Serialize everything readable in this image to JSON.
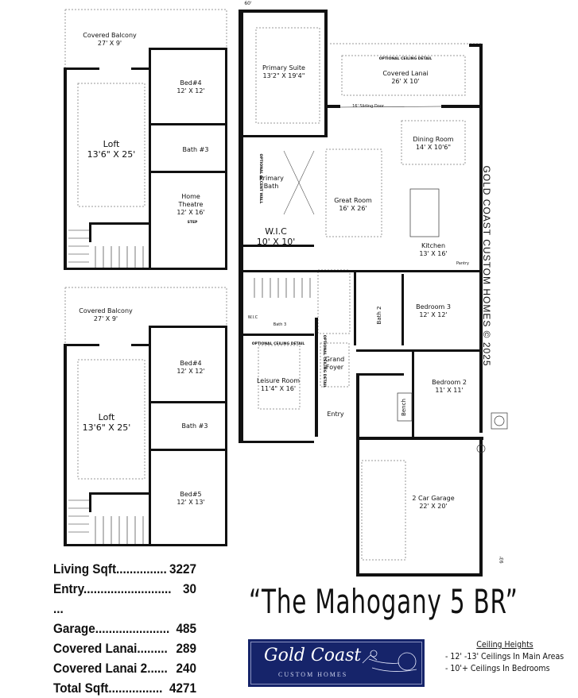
{
  "upper_plan_a": {
    "rooms": [
      {
        "name": "Covered Balcony",
        "size": "27' X 9'"
      },
      {
        "name": "Bed#4",
        "size": "12' X 12'"
      },
      {
        "name": "Loft",
        "size": "13'6\" X 25'"
      },
      {
        "name": "Bath #3",
        "size": ""
      },
      {
        "name": "Home Theatre",
        "size": "12' X 16'"
      }
    ],
    "step_label": "STEP"
  },
  "upper_plan_b": {
    "rooms": [
      {
        "name": "Covered Balcony",
        "size": "27' X 9'"
      },
      {
        "name": "Bed#4",
        "size": "12' X 12'"
      },
      {
        "name": "Loft",
        "size": "13'6\" X 25'"
      },
      {
        "name": "Bath #3",
        "size": ""
      },
      {
        "name": "Bed#5",
        "size": "12' X 13'"
      }
    ]
  },
  "main_plan": {
    "dimension_top": "60'",
    "dimension_right": "93'",
    "rooms": {
      "primary_suite": {
        "name": "Primary Suite",
        "size": "13'2\" X 19'4\""
      },
      "covered_lanai": {
        "name": "Covered Lanai",
        "size": "26' X 10'",
        "note": "OPTIONAL CEILING DETAIL"
      },
      "sliding_door": "16' Sliding Door",
      "dining": {
        "name": "Dining Room",
        "size": "14' X 10'6\""
      },
      "great_room": {
        "name": "Great Room",
        "size": "16' X 26'"
      },
      "primary_bath": {
        "name": "Primary Bath",
        "note": "OPTIONAL ACCENT WALL"
      },
      "wic": {
        "name": "W.I.C",
        "size": "10' X 10'"
      },
      "kitchen": {
        "name": "Kitchen",
        "size": "13' X 16'"
      },
      "pantry": {
        "name": "Pantry"
      },
      "wic_small": {
        "name": "W.I.C"
      },
      "bath3": {
        "name": "Bath 3"
      },
      "bath2": {
        "name": "Bath 2"
      },
      "bedroom3": {
        "name": "Bedroom 3",
        "size": "12' X 12'"
      },
      "leisure": {
        "name": "Leisure Room",
        "size": "11'4\" X 16'",
        "note": "OPTIONAL CEILING DETAIL"
      },
      "foyer": {
        "name": "Grand Foyer",
        "note": "OPTIONAL CEILING DETAIL"
      },
      "bedroom2": {
        "name": "Bedroom 2",
        "size": "11' X 11'"
      },
      "entry": {
        "name": "Entry"
      },
      "bench": {
        "name": "Bench"
      },
      "garage": {
        "name": "2 Car Garage",
        "size": "22' X 20'"
      }
    }
  },
  "brand_vertical": "GOLD COAST CUSTOM HOMES © 2025",
  "stats": [
    {
      "label": "Living Sqft...............",
      "value": "3227"
    },
    {
      "label": "Entry.......................... ...",
      "value": "30"
    },
    {
      "label": "Garage......................",
      "value": "485"
    },
    {
      "label": "Covered Lanai.........",
      "value": "289"
    },
    {
      "label": "Covered Lanai 2......",
      "value": "240"
    },
    {
      "label": "Total Sqft................",
      "value": "4271"
    }
  ],
  "title": "“The Mahogany 5 BR”",
  "logo": {
    "line1": "Gold Coast",
    "line2": "CUSTOM HOMES",
    "bg_color": "#16246a"
  },
  "ceiling": {
    "heading": "Ceiling Heights",
    "items": [
      "- 12' -13' Ceilings In Main Areas",
      "- 10'+ Ceilings In Bedrooms"
    ]
  }
}
